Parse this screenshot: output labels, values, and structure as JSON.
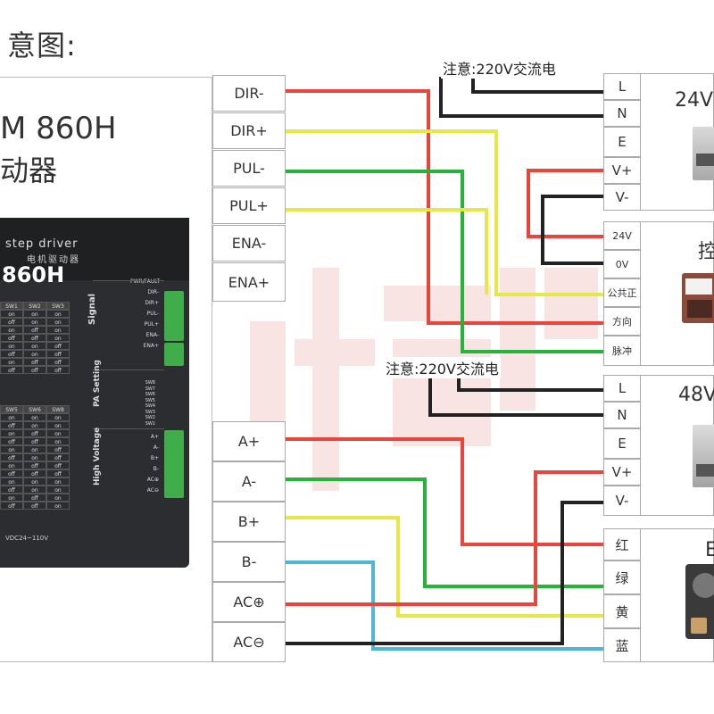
{
  "title": "意图:",
  "driver": {
    "model": "M 860H",
    "subtitle": "动器",
    "panel": {
      "brand": "step driver",
      "brand_cn": "电机驱动器",
      "model": "860H",
      "pwr_fault": "PWR/FAULT",
      "signal_group": "Signal",
      "signal_pins": [
        "DIR-",
        "DIR+",
        "PUL-",
        "PUL+",
        "ENA-",
        "ENA+"
      ],
      "pa_group": "PA Setting",
      "sw_pins": [
        "SW8",
        "SW7",
        "SW6",
        "SW5",
        "SW4",
        "SW3",
        "SW2",
        "SW1"
      ],
      "hv_group": "High Voltage",
      "hv_pins": [
        "A+",
        "A-",
        "B+",
        "B-",
        "AC⊕",
        "AC⊖"
      ],
      "voltage": "VDC24~110V",
      "table_top_header": [
        "SW1",
        "SW2",
        "SW3"
      ],
      "table_top_rows": [
        [
          "on",
          "on",
          "on"
        ],
        [
          "off",
          "on",
          "on"
        ],
        [
          "on",
          "off",
          "on"
        ],
        [
          "off",
          "off",
          "on"
        ],
        [
          "on",
          "on",
          "off"
        ],
        [
          "off",
          "on",
          "off"
        ],
        [
          "on",
          "off",
          "off"
        ],
        [
          "off",
          "off",
          "off"
        ]
      ],
      "table_bottom_header": [
        "SW5",
        "SW6",
        "SW8"
      ],
      "table_bottom_rows": [
        [
          "on",
          "on",
          "on"
        ],
        [
          "off",
          "on",
          "on"
        ],
        [
          "on",
          "off",
          "on"
        ],
        [
          "off",
          "off",
          "on"
        ],
        [
          "on",
          "on",
          "off"
        ],
        [
          "off",
          "on",
          "off"
        ],
        [
          "on",
          "off",
          "off"
        ],
        [
          "off",
          "off",
          "off"
        ],
        [
          "on",
          "on",
          "on"
        ],
        [
          "off",
          "on",
          "on"
        ],
        [
          "on",
          "off",
          "on"
        ],
        [
          "off",
          "off",
          "on"
        ]
      ]
    }
  },
  "driver_terminals": {
    "signal": [
      "DIR-",
      "DIR+",
      "PUL-",
      "PUL+",
      "ENA-",
      "ENA+"
    ],
    "power": [
      "A+",
      "A-",
      "B+",
      "B-",
      "AC⊕",
      "AC⊖"
    ]
  },
  "psu24": {
    "label": "24V",
    "note": "注意:220V交流电",
    "terminals": [
      "L",
      "N",
      "E",
      "V+",
      "V-"
    ]
  },
  "controller": {
    "label": "控",
    "terminals": [
      "24V",
      "0V",
      "公共正",
      "方向",
      "脉冲"
    ]
  },
  "psu48": {
    "label": "48V",
    "note": "注意:220V交流电",
    "terminals": [
      "L",
      "N",
      "E",
      "V+",
      "V-"
    ]
  },
  "motor": {
    "label": "E",
    "terminals": [
      "红",
      "绿",
      "黄",
      "蓝"
    ]
  },
  "colors": {
    "red": "#e8453c",
    "yellow": "#e6e84a",
    "green": "#27b33a",
    "blue": "#4fb6d6",
    "black": "#222222",
    "watermark": "#f4c9c9"
  }
}
